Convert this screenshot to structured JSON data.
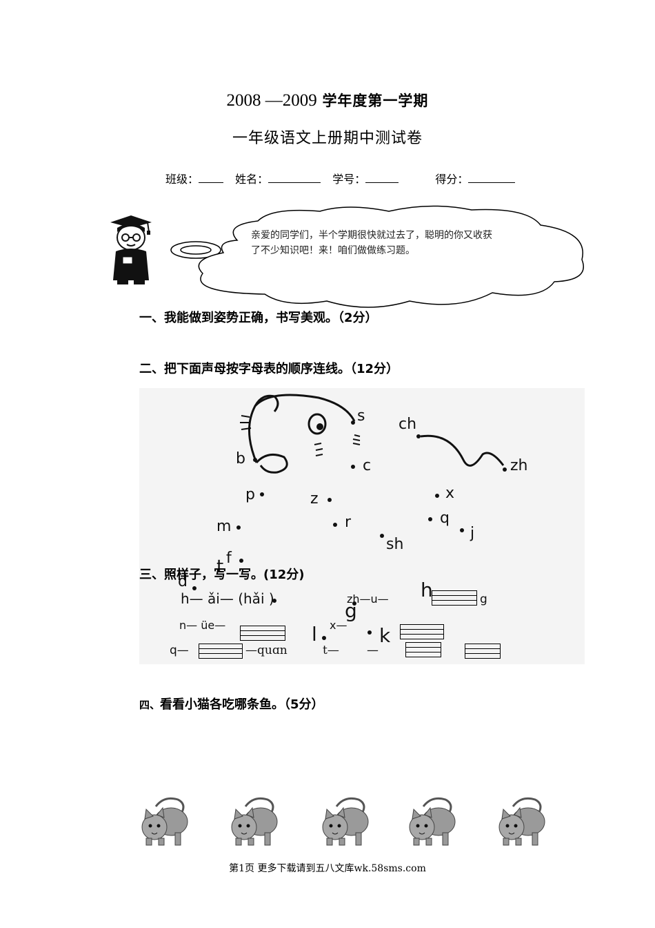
{
  "header": {
    "year_range": "2008 —2009",
    "term": "学年度第一学期",
    "title": "一年级语文上册期中测试卷"
  },
  "student_info": {
    "class_label": "班级：",
    "name_label": "姓名：",
    "number_label": "学号：",
    "score_label": "得分："
  },
  "intro": {
    "speech": "亲爱的同学们，半个学期很快就过去了，聪明的你又收获了不少知识吧！来！咱们做做练习题。"
  },
  "sections": {
    "s1": "一、我能做到姿势正确，书写美观。（2分）",
    "s2": "二、把下面声母按字母表的顺序连线。（12分）",
    "s3": "三、照样子，写一写。(12分)",
    "s4_num": "四、",
    "s4_text": "看看小猫各吃哪条鱼。（5分）"
  },
  "connect_dots": {
    "letters": [
      "s",
      "ch",
      "b",
      "c",
      "zh",
      "p",
      "z",
      "x",
      "m",
      "r",
      "q",
      "j",
      "sh",
      "f",
      "d",
      "t",
      "h",
      "g",
      "l",
      "k"
    ]
  },
  "exercise3": {
    "row1_example": "h— ǎi— (hǎi )",
    "row1_mid": "zh—u—",
    "row1_end": "g",
    "row2_left": "n— üe—",
    "row2_mid": "x—",
    "row3_left": "q—",
    "row3_mid": "—quɑn",
    "row3_right": "t—",
    "row3_dash": "—"
  },
  "footer": {
    "text": "第1页 更多下载请到五八文库wk.58sms.com"
  }
}
